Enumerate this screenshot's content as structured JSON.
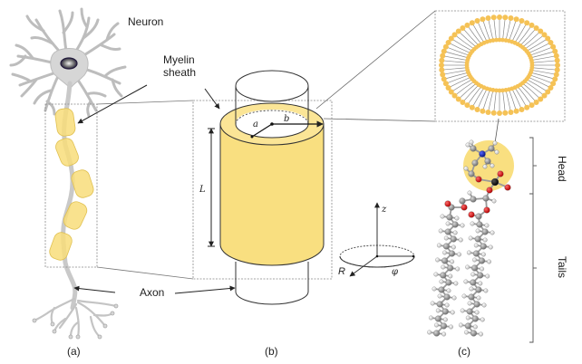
{
  "labels": {
    "neuron": "Neuron",
    "myelin_line1": "Myelin",
    "myelin_line2": "sheath",
    "axon": "Axon",
    "head": "Head",
    "tails": "Tails"
  },
  "panels": [
    {
      "id": "a",
      "caption": "(a)",
      "description": "Neuron with myelinated axon"
    },
    {
      "id": "b",
      "caption": "(b)",
      "description": "Cylindrical myelin sheath model"
    },
    {
      "id": "c",
      "caption": "(c)",
      "description": "Phospholipid bilayer and molecule"
    }
  ],
  "cylinder_symbols": {
    "inner_radius": "a",
    "outer_radius": "b",
    "length": "L"
  },
  "axes": {
    "z": "z",
    "r": "R",
    "phi": "φ"
  },
  "colors": {
    "myelin": "#f8dd7a",
    "myelin_stroke": "#e0c050",
    "neuron": "#d6d6d6",
    "neuron_stroke": "#a8a8a8",
    "lipid_head": "#f5c256",
    "lipid_tail": "#888888",
    "oxygen": "#d42020",
    "nitrogen": "#1a2aa8",
    "phosphorus": "#111111",
    "carbon": "#8c8c8c",
    "hydrogen": "#e6e6e6"
  },
  "myelin_segments": 5
}
